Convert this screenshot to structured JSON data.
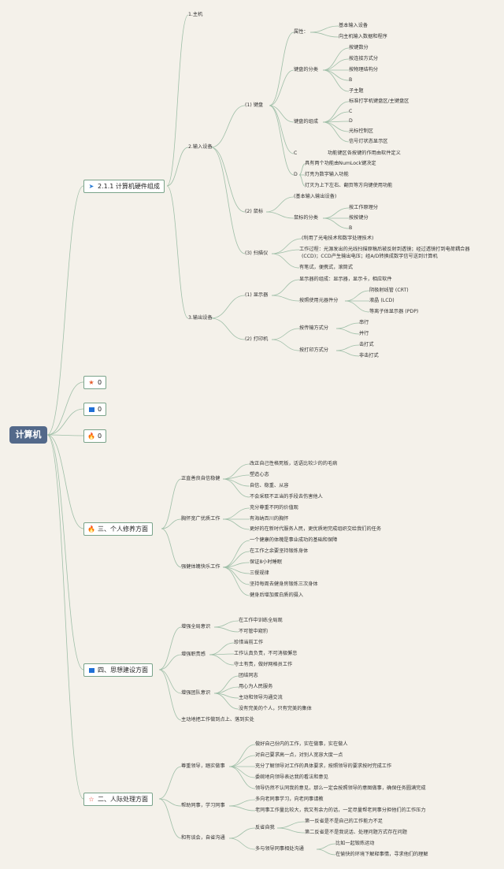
{
  "root": "计算机",
  "b1": {
    "title": "2.1.1 计算机硬件组成",
    "icon": "paper-plane-icon",
    "host": "1.主机",
    "input": "2.输入设备",
    "keyboard": "(1) 键盘",
    "attr": "属性：",
    "attr_items": [
      "基本输入设备",
      "向主机输入数据和程序"
    ],
    "kb_class": "键盘的分类",
    "kb_class_items": [
      "按键数分",
      "按连接方式分",
      "按物理结构分",
      "B",
      "子主题"
    ],
    "kb_comp": "键盘的组成",
    "kb_comp_items": [
      "标准打字机键盘区/主键盘区",
      "C",
      "D",
      "光标控制区",
      "信号灯状态显示区"
    ],
    "kc": "C",
    "kc_desc": "功能键区各按键的作用由软件定义",
    "kd": "D",
    "kd_items": [
      "具有两个功能由NumLock键决定",
      "灯亮为数字输入功能",
      "灯灭为上下左右、翻页等方向键使用功能"
    ],
    "mouse": "(2) 鼠标",
    "mouse_note": "(基本输入输出设备)",
    "mouse_class": "鼠标的分类",
    "mouse_class_items": [
      "按工作原理分",
      "按按键分",
      "B"
    ],
    "scanner": "(3) 扫描仪",
    "scan_note": "(利用了光电技术和数字处理技术)",
    "scan_proc_1": "工作过程：光源发出的光线扫描原稿后被反射到透镜；经过透镜打到电荷耦合器",
    "scan_proc_2": "(CCD)；CCD产生输出电压；经A/D转换成数字信号送到计算机",
    "scan_types": "有笔试，便携式，滚筒式",
    "output": "3.输出设备",
    "display": "(1) 显示器",
    "disp_comp": "显示器的组成：显示器，显示卡，相应软件",
    "disp_by": "按照使用元器件分",
    "disp_items": [
      "阴极射线管 (CRT)",
      "液晶 (LCD)",
      "等离子体显示器 (PDP)"
    ],
    "printer": "(2) 打印机",
    "prn_trans": "按传输方式分",
    "prn_trans_items": [
      "串行",
      "并行"
    ],
    "prn_print": "按打印方式分",
    "prn_print_items": [
      "击打式",
      "非击打式"
    ]
  },
  "empty_nodes": [
    {
      "icon": "star-icon",
      "label": "0"
    },
    {
      "icon": "flag-icon",
      "label": "0"
    },
    {
      "icon": "fire-icon",
      "label": "0"
    }
  ],
  "b3": {
    "title": "三、个人修养方面",
    "icon": "fire-icon",
    "g1": "正直善良自信稳健",
    "g1_items": [
      "改正自己性格死板，话语比较少的的毛病",
      "塑造心态",
      "自信、稳重、从容",
      "不会采取不正当的手段去伤害他人"
    ],
    "g2": "胸怀宽广优质工作",
    "g2_items": [
      "充分尊重不同的价值观",
      "有海纳百川的胸怀",
      "更好的在新时代服务人民，更优质地完成组织交给我们的任务"
    ],
    "g3": "强健体魄快乐工作",
    "g3_items": [
      "一个健康的体魄是事业成功的基础和保障",
      "在工作之余要坚持锻炼身体",
      "保证8小时睡眠",
      "三餐规律",
      "坚持每周去健身房锻炼三次身体",
      "健身后增加蛋白质的摄入"
    ]
  },
  "b4": {
    "title": "四、思想建设方面",
    "icon": "flag-icon",
    "g1": "增强全局意识",
    "g1_items": [
      "在工作中训练全局观",
      "不可管中窥豹"
    ],
    "g2": "增强职责感",
    "g2_items": [
      "珍惜当前工作",
      "工作认真负责，不可消极懈怠",
      "守土有责，做好网格员工作"
    ],
    "g3": "增强团队意识",
    "g3_items": [
      "团结同志",
      "用心为人民服务",
      "主动和领导沟通交流",
      "没有完美的个人，只有完美的集体"
    ],
    "g4": "主动地把工作做到点上、落到实处"
  },
  "b2": {
    "title": "二、人际处理方面",
    "icon": "star-outline-icon",
    "g1": "尊重领导，踏实做事",
    "g1_items": [
      "做好自己份内的工作，实在做事，实在做人",
      "对自己要求高一点，对别人宽容大度一点",
      "充分了解领导对工作的具体要求，按照领导的要求按时完成工作",
      "委婉地向领导表达我的看法和意见",
      "领导仍然不认同我的意见，那么一定会按照领导的意图做事，确保任务圆满完成"
    ],
    "g2": "帮助同事，学习同事",
    "g2_items": [
      "多向老同事学习，向老同事请教",
      "老同事工作量比较大，我又有余力的话，一定尽量帮老同事分担他们的工作压力"
    ],
    "g3": "和有谈会，自省沟通",
    "reflect": "反省自我",
    "reflect_items": [
      "第一反省是不是自己的工作能力不足",
      "第二反省是不是我说话、处理问题方式存在问题"
    ],
    "comm": "多与领导同事相处沟通",
    "comm_items": [
      "比如一起锻炼运动",
      "在愉快的环境下解释事情，寻求他们的理解"
    ]
  }
}
